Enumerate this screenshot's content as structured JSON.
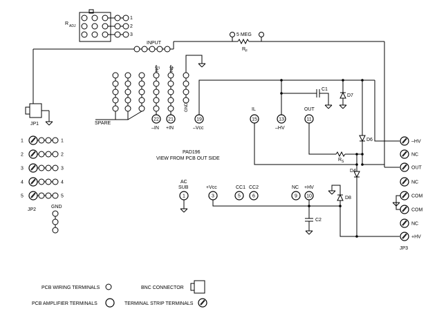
{
  "labels": {
    "radj": "R",
    "radj_sub": "ADJ",
    "radj_pins": [
      "1",
      "2",
      "3"
    ],
    "rf_value": "5 MEG",
    "rf": "R",
    "rf_sub": "F",
    "input": "INPUT",
    "jp1": "JP1",
    "jp2": "JP2",
    "jp3": "JP3",
    "gnd": "GND",
    "spare": "SPARE",
    "jp2_left": [
      "1",
      "2",
      "3",
      "4",
      "5"
    ],
    "jp2_right": [
      "1",
      "2",
      "3",
      "4",
      "5"
    ],
    "pad_title": "PAD196",
    "pad_subtitle": "VIEW FROM PCB OUT SIDE",
    "c1": "C1",
    "c2": "C2",
    "d4": "D4",
    "d6": "D6",
    "d7": "D7",
    "d8": "D8",
    "rs": "R",
    "rs_sub": "S",
    "pin_il": "IL",
    "pin_out": "OUT",
    "pin_vcc_neg": "–Vcc",
    "pin_hv_neg": "–HV",
    "pin_in_neg": "–IN",
    "pin_in_pos": "+IN",
    "ac_sub": [
      "AC",
      "SUB"
    ],
    "vcc_pos": "+Vcc",
    "cc1": "CC1",
    "cc2": "CC2",
    "nc": "NC",
    "hv_pos": "+HV",
    "vert_gnd": "GND",
    "vert_nc": "NC",
    "vert_plus": "+",
    "vert_minus": "–",
    "legend_pcb_wiring": "PCB WIRING TERMINALS",
    "legend_pcb_amp": "PCB AMPLIFIER TERMINALS",
    "legend_bnc": "BNC CONNECTOR",
    "legend_strip": "TERMINAL STRIP TERMINALS"
  },
  "pads": {
    "p22": "22",
    "p21": "21",
    "p19": "19",
    "p15": "15",
    "p13": "13",
    "p11": "11",
    "p1": "1",
    "p3": "3",
    "p5": "5",
    "p6": "6",
    "p9": "9",
    "p10": "10"
  },
  "jp3_terminals": [
    "–HV",
    "NC",
    "OUT",
    "NC",
    "COM",
    "COM",
    "NC",
    "+HV"
  ]
}
